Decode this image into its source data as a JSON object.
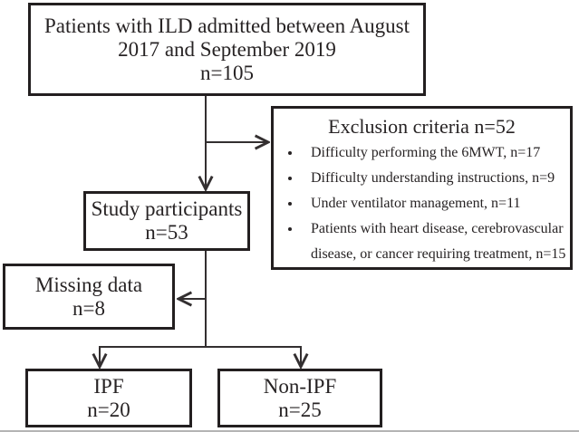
{
  "figure": {
    "patients": {
      "lines": [
        "Patients with ILD admitted between August",
        "2017 and September 2019",
        "n=105"
      ]
    },
    "exclusion": {
      "title": "Exclusion criteria n=52",
      "items": [
        "Difficulty performing the 6MWT, n=17",
        "Difficulty understanding instructions, n=9",
        "Under ventilator management, n=11",
        "Patients with heart disease, cerebrovascular disease, or cancer requiring treatment, n=15"
      ]
    },
    "study": {
      "label": "Study participants",
      "count": "n=53"
    },
    "missing": {
      "label": "Missing data",
      "count": "n=8"
    },
    "ipf": {
      "label": "IPF",
      "count": "n=20"
    },
    "non_ipf": {
      "label": "Non-IPF",
      "count": "n=25"
    },
    "colors": {
      "box_border": "#231f20",
      "text": "#272324",
      "connector": "#332f30",
      "page_divider": "#b4b4b4"
    }
  }
}
